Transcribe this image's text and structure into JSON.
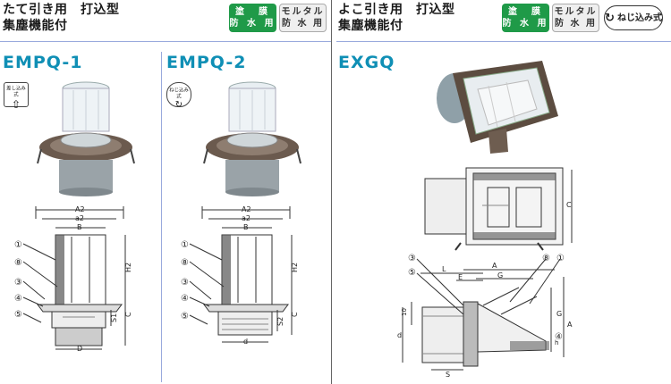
{
  "left_header": {
    "line1": "たて引き用　打込型",
    "line2": "集塵機能付"
  },
  "right_header": {
    "line1": "よこ引き用　打込型",
    "line2": "集塵機能付"
  },
  "badges": {
    "waterproof": {
      "line1": "塗　膜",
      "line2": "防 水 用"
    },
    "mortar": {
      "line1": "モルタル",
      "line2": "防 水 用"
    },
    "screw": "ねじ込み式"
  },
  "models": {
    "empq1": "EMPQ-1",
    "empq2": "EMPQ-2",
    "exgq": "EXGQ"
  },
  "markers": {
    "empq1": "差し込み式",
    "empq2": "ねじ込み式"
  },
  "dim_labels": {
    "A2": "A2",
    "a2": "a2",
    "B": "B",
    "H2": "H2",
    "C": "C",
    "S1": "S1",
    "S2": "S2",
    "D": "D",
    "d": "d",
    "A": "A",
    "E": "E",
    "G": "G",
    "L": "L",
    "S": "S",
    "h": "h",
    "n1": "①",
    "n3": "③",
    "n4": "④",
    "n5": "⑤",
    "n8": "⑧",
    "n10": "10"
  },
  "colors": {
    "model_blue": "#0f8fb5",
    "badge_green": "#1f9a48"
  }
}
